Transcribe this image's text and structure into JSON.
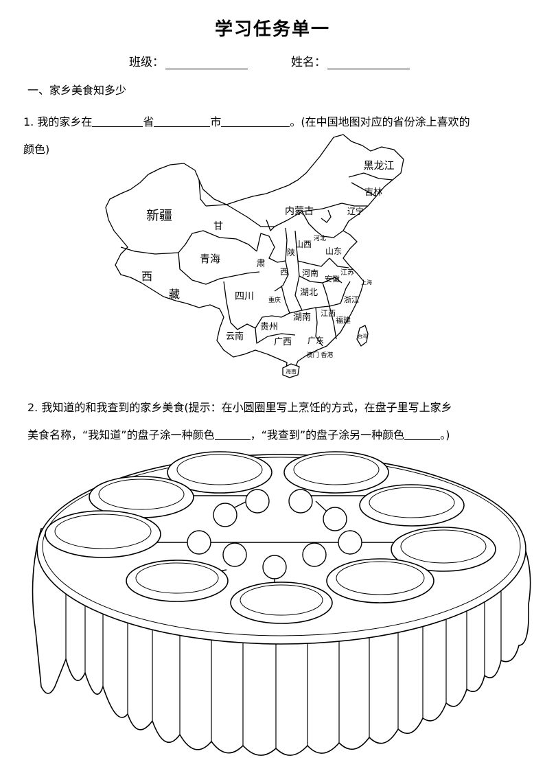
{
  "title": "学习任务单一",
  "class_label": "班级：",
  "name_label": "姓名：",
  "section1": "一、家乡美食知多少",
  "q1": {
    "prefix": "1. 我的家乡在",
    "province": "省",
    "city": "市",
    "suffix_line1": "。(在中国地图对应的省份涂上喜欢的",
    "suffix_line2": "颜色)"
  },
  "map_labels": {
    "heilongjiang": "黑龙江",
    "jilin": "吉林",
    "liaoning": "辽宁",
    "neimenggu": "内蒙古",
    "xinjiang": "新疆",
    "gan": "甘",
    "su": "肃",
    "qinghai": "青海",
    "xizang_1": "西",
    "xizang_2": "藏",
    "sichuan": "四川",
    "yunnan": "云南",
    "guizhou": "贵州",
    "guangxi": "广西",
    "guangdong": "广东",
    "hainan": "海南",
    "hunan": "湖南",
    "hubei": "湖北",
    "henan": "河南",
    "shandong": "山东",
    "shanxi": "山西",
    "hebei": "河北",
    "shaanxi_1": "陕",
    "shaanxi_2": "西",
    "chongqing": "重庆",
    "jiangxi": "江西",
    "anhui": "安徽",
    "jiangsu": "江苏",
    "zhejiang": "浙江",
    "fujian": "福建",
    "taiwan": "台湾",
    "shanghai": "上海",
    "macau_hk": "澳门 香港"
  },
  "q2": {
    "line1": "2. 我知道的和我查到的家乡美食(提示：在小圆圈里写上烹饪的方式，在盘子里写上家乡",
    "line2a": "美食名称，“我知道”的盘子涂一种颜色",
    "line2b": "，“我查到”的盘子涂另一种颜色",
    "line2c": "。)"
  }
}
